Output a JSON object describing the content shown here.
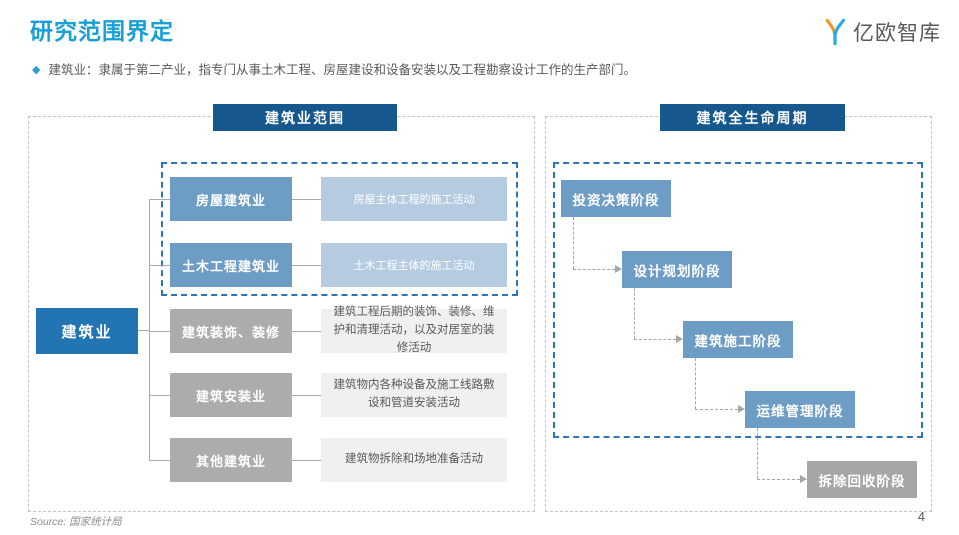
{
  "page": {
    "title": "研究范围界定",
    "bullet": "建筑业：隶属于第二产业，指专门从事土木工程、房屋建设和设备安装以及工程勘察设计工作的生产部门。",
    "source": "Source: 国家统计局",
    "page_number": "4"
  },
  "logo": {
    "text": "亿欧智库",
    "icon_colors": {
      "orange": "#F7941D",
      "blue": "#29ABE2"
    }
  },
  "colors": {
    "title_accent": "#189FD8",
    "header_bar": "#16588E",
    "root_blue": "#2274B2",
    "box_blue": "#6D9DC4",
    "desc_light_blue": "#B5CBE0",
    "box_gray": "#ACACAC",
    "desc_light_gray": "#F0F0F0",
    "final_gray": "#A6A6A6",
    "dash_gray": "#C3C3C3",
    "dash_blue": "#2E75B6"
  },
  "left_panel": {
    "header": "建筑业范围",
    "root": "建筑业",
    "rows": [
      {
        "category": "房屋建筑业",
        "description": "房屋主体工程的施工活动"
      },
      {
        "category": "土木工程建筑业",
        "description": "土木工程主体的施工活动"
      },
      {
        "category": "建筑装饰、装修",
        "description": "建筑工程后期的装饰、装修、维护和清理活动，以及对居室的装修活动"
      },
      {
        "category": "建筑安装业",
        "description": "建筑物内各种设备及施工线路敷设和管道安装活动"
      },
      {
        "category": "其他建筑业",
        "description": "建筑物拆除和场地准备活动"
      }
    ]
  },
  "right_panel": {
    "header": "建筑全生命周期",
    "stages": [
      {
        "label": "投资决策阶段"
      },
      {
        "label": "设计规划阶段"
      },
      {
        "label": "建筑施工阶段"
      },
      {
        "label": "运维管理阶段"
      },
      {
        "label": "拆除回收阶段"
      }
    ]
  }
}
